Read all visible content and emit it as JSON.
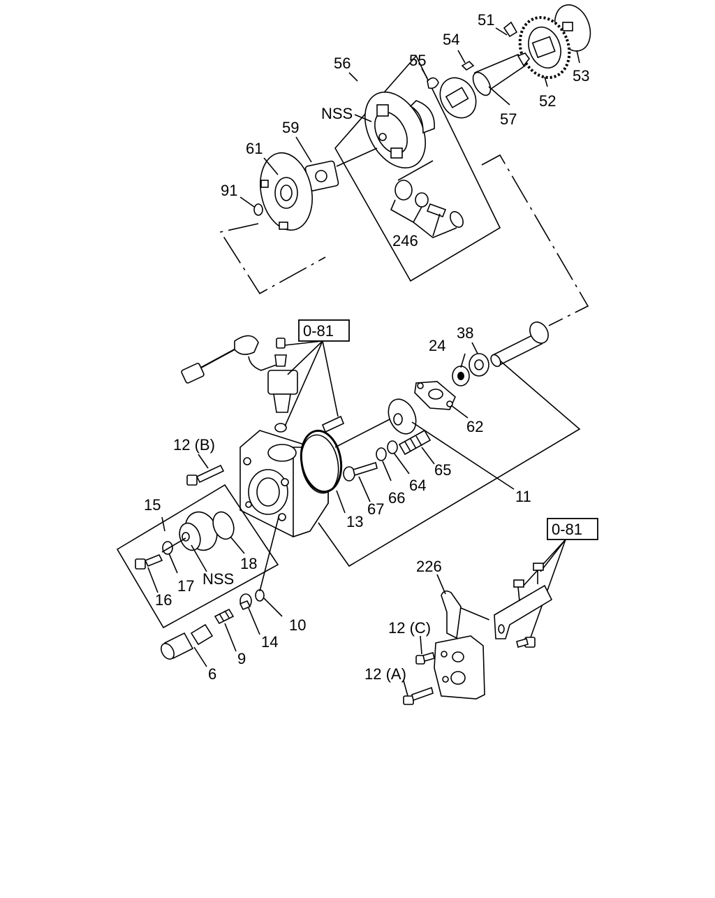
{
  "diagram": {
    "part_labels": {
      "p51": "51",
      "p52": "52",
      "p53": "53",
      "p54": "54",
      "p55": "55",
      "p56": "56",
      "p57": "57",
      "p59": "59",
      "p61": "61",
      "p91": "91",
      "p246": "246",
      "nss_top": "NSS",
      "p24": "24",
      "p38": "38",
      "p62": "62",
      "p65": "65",
      "p64": "64",
      "p66": "66",
      "p67": "67",
      "p11": "11",
      "p13": "13",
      "p12b": "12 (B)",
      "p15": "15",
      "p16": "16",
      "p17": "17",
      "nss_bottom": "NSS",
      "p18": "18",
      "p10": "10",
      "p14": "14",
      "p9": "9",
      "p6": "6",
      "p226": "226",
      "p12c": "12 (C)",
      "p12a": "12 (A)"
    },
    "reference_boxes": {
      "ref_upper": "0-81",
      "ref_lower": "0-81"
    }
  }
}
